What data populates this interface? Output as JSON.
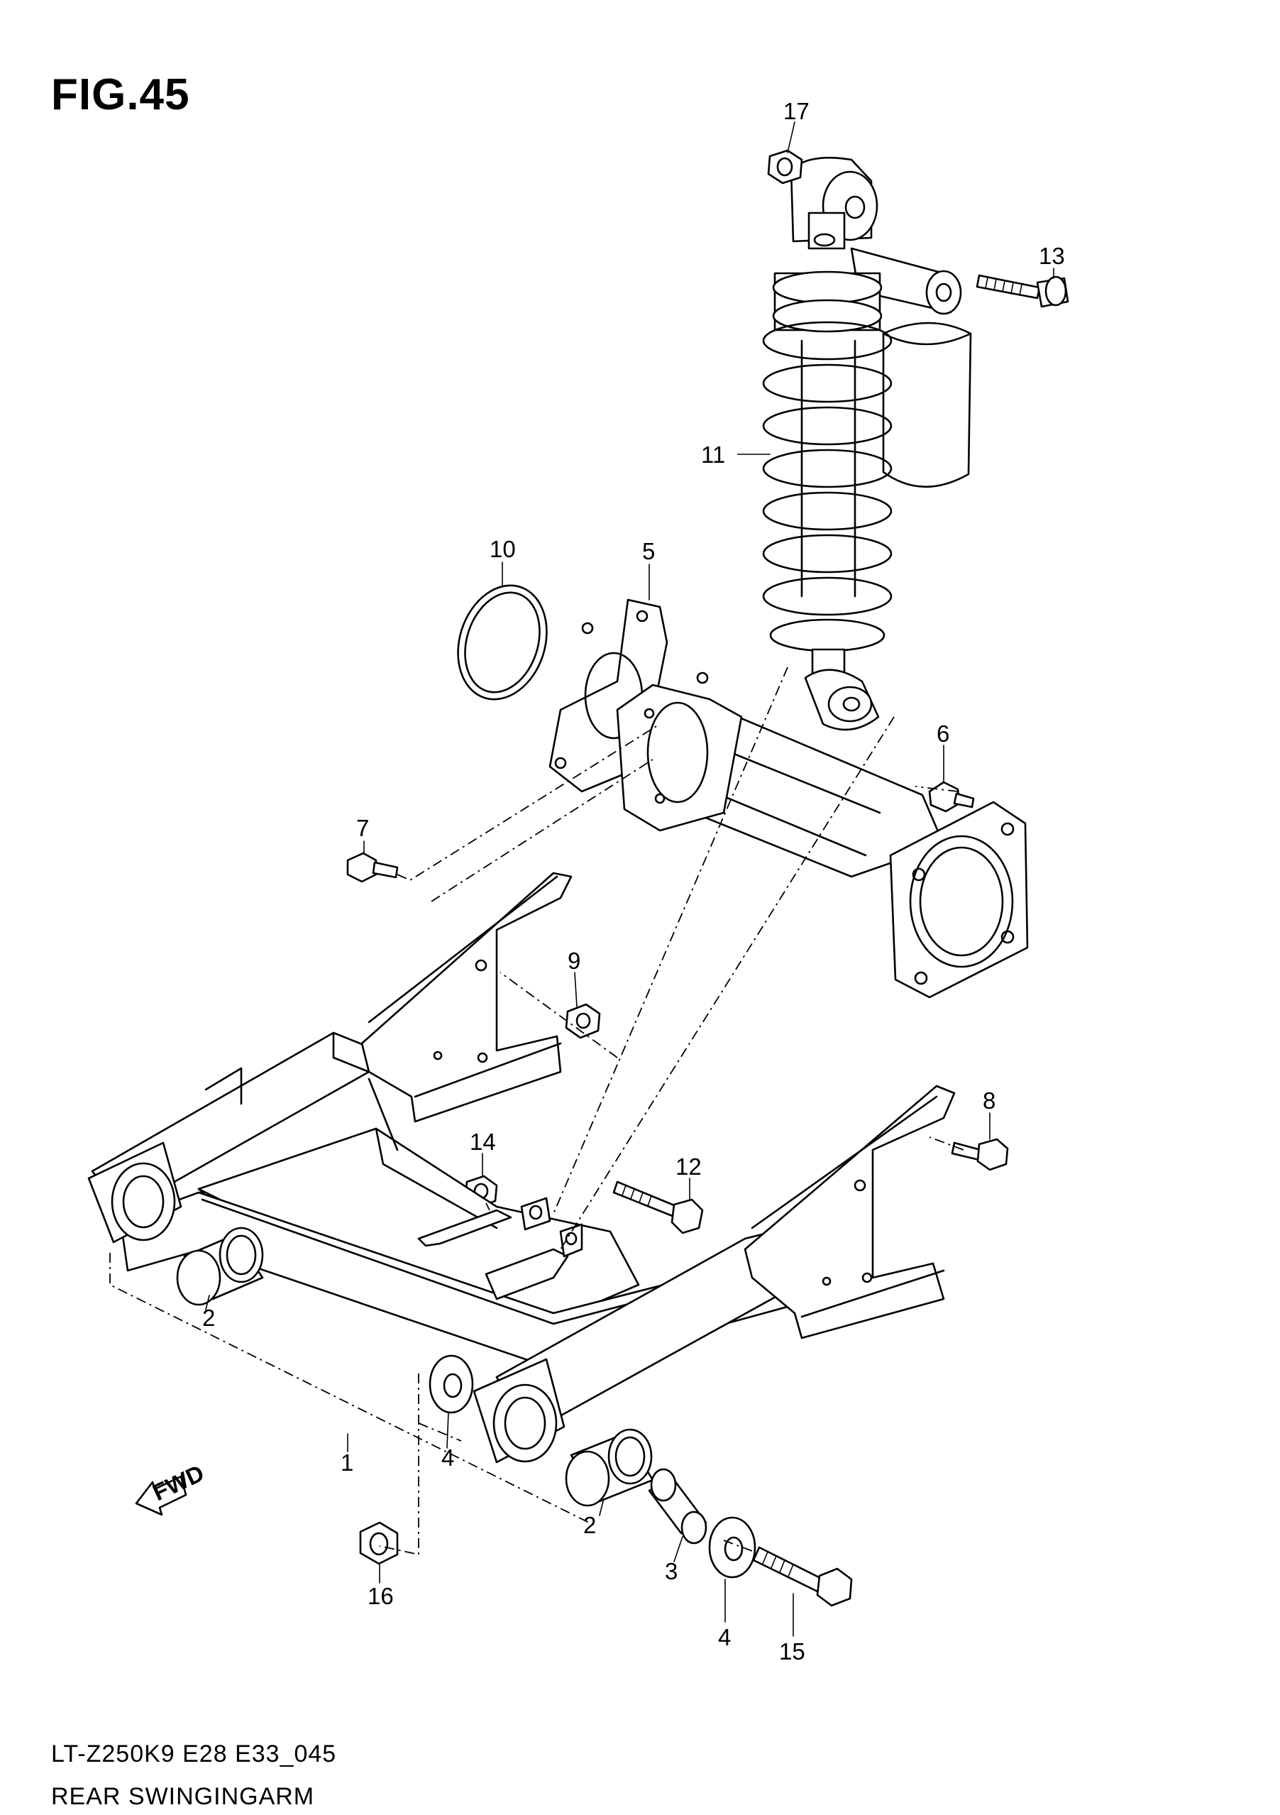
{
  "figure": {
    "title": "FIG.45",
    "model_code": "LT-Z250K9 E28 E33_045",
    "name": "REAR SWINGINGARM",
    "direction_badge": "FWD"
  },
  "callouts": [
    {
      "id": "c1",
      "label": "1"
    },
    {
      "id": "c2a",
      "label": "2"
    },
    {
      "id": "c2b",
      "label": "2"
    },
    {
      "id": "c3",
      "label": "3"
    },
    {
      "id": "c4a",
      "label": "4"
    },
    {
      "id": "c4b",
      "label": "4"
    },
    {
      "id": "c5",
      "label": "5"
    },
    {
      "id": "c6",
      "label": "6"
    },
    {
      "id": "c7",
      "label": "7"
    },
    {
      "id": "c8",
      "label": "8"
    },
    {
      "id": "c9",
      "label": "9"
    },
    {
      "id": "c10",
      "label": "10"
    },
    {
      "id": "c11",
      "label": "11"
    },
    {
      "id": "c12",
      "label": "12"
    },
    {
      "id": "c13",
      "label": "13"
    },
    {
      "id": "c14",
      "label": "14"
    },
    {
      "id": "c15",
      "label": "15"
    },
    {
      "id": "c16",
      "label": "16"
    },
    {
      "id": "c17",
      "label": "17"
    }
  ]
}
